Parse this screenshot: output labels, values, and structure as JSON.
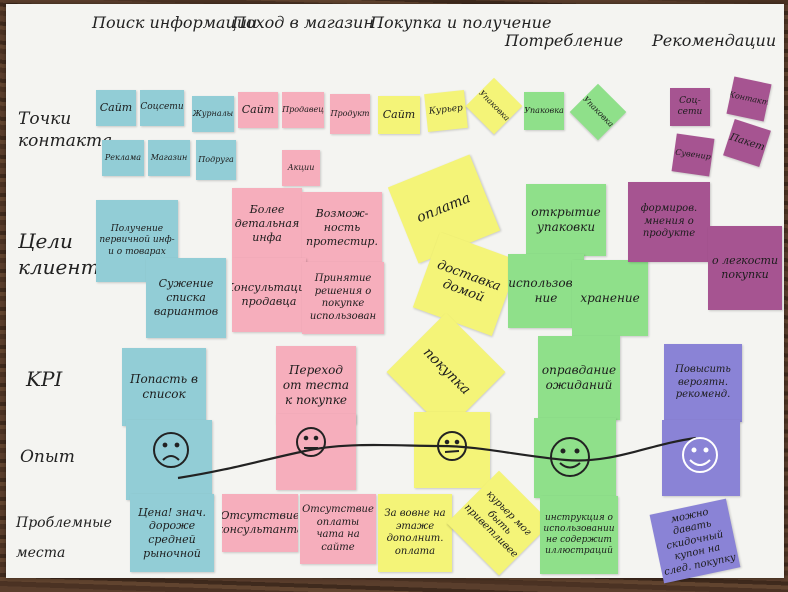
{
  "columns": [
    "Поиск\nинформации",
    "Поход в\nмагазин",
    "Покупка и\nполучение",
    "Потребление",
    "Рекомендации"
  ],
  "rows": [
    "Точки\nконтакта",
    "Цели\nклиента",
    "KPI",
    "Опыт",
    "Проблемные\nместа"
  ],
  "touchpoints": {
    "search": [
      "Сайт",
      "Соцсети",
      "Журналы",
      "Реклама",
      "Магазин",
      "Подруга"
    ],
    "store": [
      "Сайт",
      "Продавец",
      "Продукт",
      "Акции"
    ],
    "purchase": [
      "Сайт",
      "Курьер",
      "Упаковка"
    ],
    "consumption": [
      "Упаковка",
      "Упаковка"
    ],
    "recommendations": [
      "Соц-сети",
      "Контакт",
      "Сувенир",
      "Пакет"
    ]
  },
  "goals": {
    "search": [
      "Получение первичной инф-и о товарах",
      "Сужение списка вариантов"
    ],
    "store": [
      "Более детальная инфа",
      "Возмож-ность протестир.",
      "Консультация продавца",
      "Принятие решения о покупке использован"
    ],
    "purchase": [
      "оплата",
      "доставка домой"
    ],
    "consumption": [
      "открытие упаковки",
      "использова-ние",
      "хранение"
    ],
    "recommendations": [
      "формиров. мнения о продукте",
      "о легкости покупки"
    ]
  },
  "kpi": {
    "search": "Попасть в список",
    "store": "Переход от теста к покупке",
    "purchase": "покупка",
    "consumption": "оправдание ожиданий",
    "recommendations": "Повысить вероятн. рекоменд."
  },
  "problems": {
    "search": "Цена! знач. дороже средней рыночной",
    "store": [
      "Отсутствие консультанта",
      "Отсутствие оплаты чата на сайте"
    ],
    "purchase": [
      "За вовне на этаже дополнит. оплата",
      "курьер мог быть приветливее"
    ],
    "consumption": "инструкция о использовании не содержит иллюстраций",
    "recommendations": "можно давать скидочный купон на след. покупку"
  }
}
